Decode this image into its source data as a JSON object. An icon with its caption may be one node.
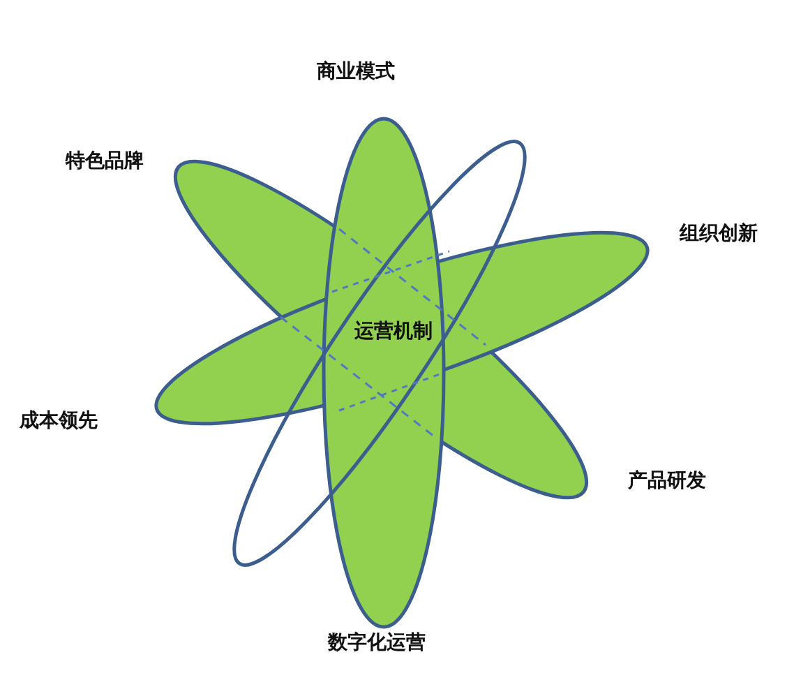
{
  "diagram": {
    "labels": [
      "商业模式",
      "特色品牌",
      "组织创新",
      "运营机制",
      "成本领先",
      "产品研发",
      "数字化运营"
    ]
  }
}
